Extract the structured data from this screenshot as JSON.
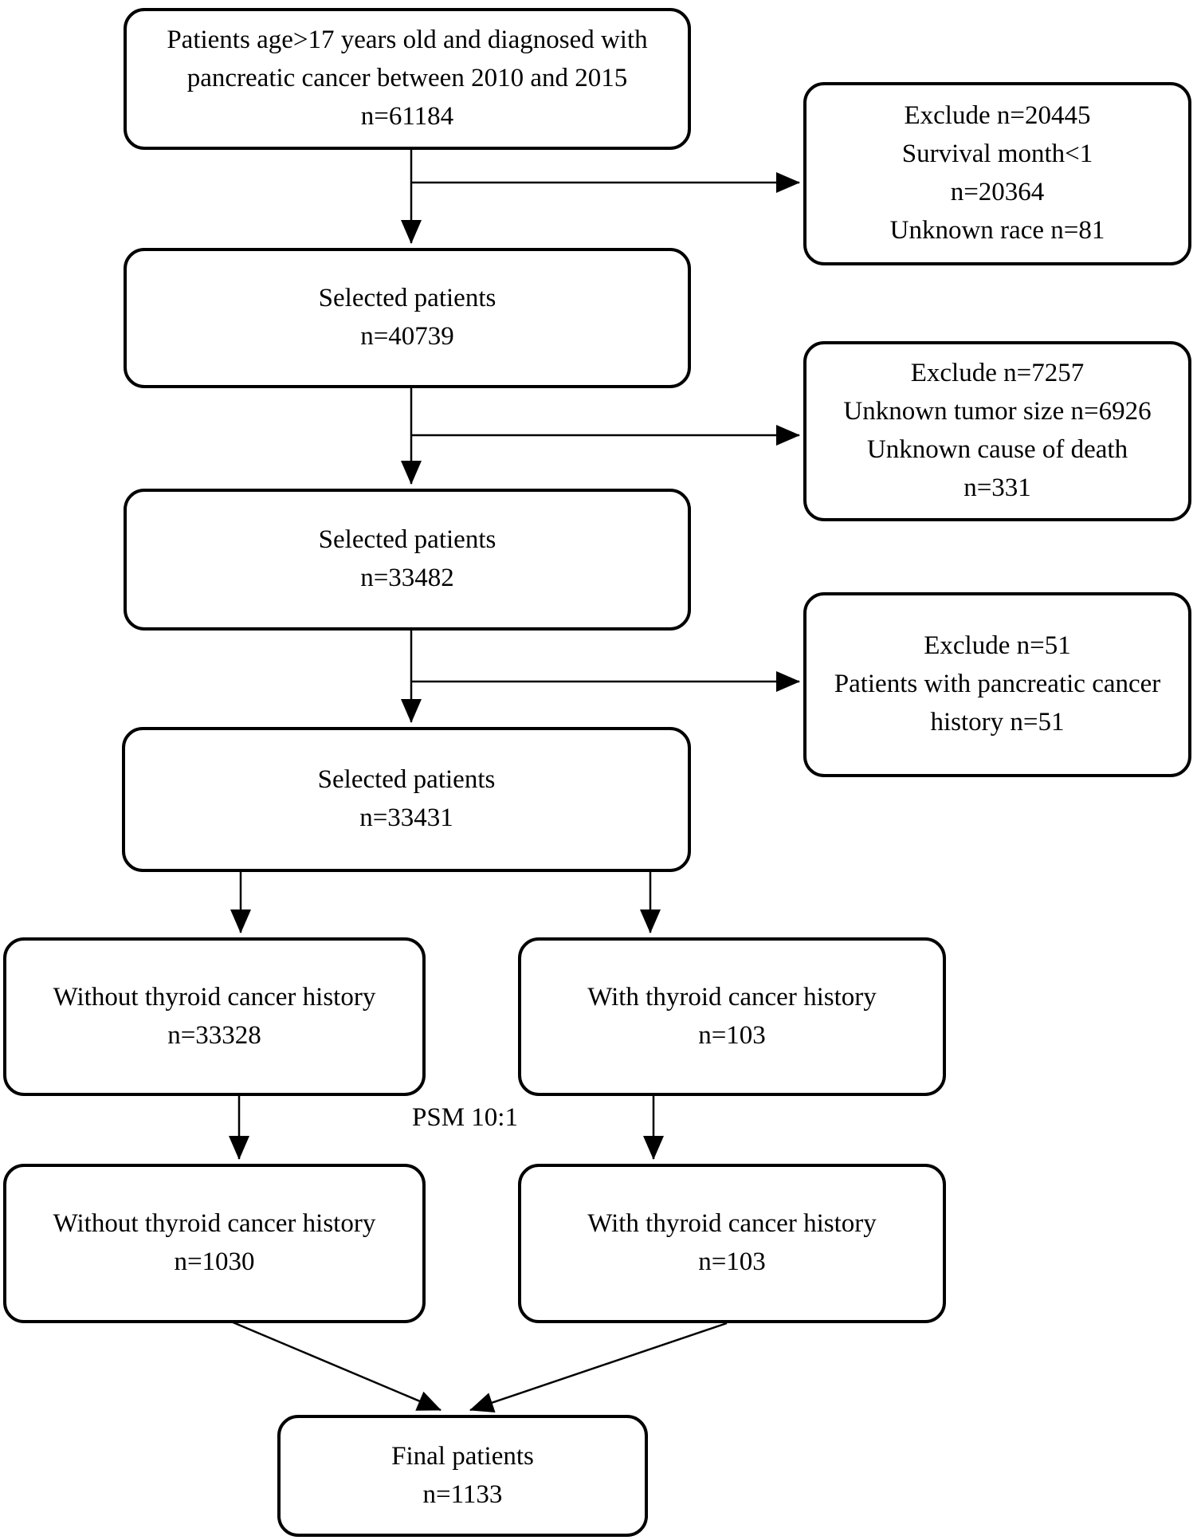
{
  "figure": {
    "background_color": "#ffffff",
    "stroke_color": "#000000",
    "text_color": "#000000"
  },
  "labels": {
    "psm": "PSM 10:1"
  },
  "nodes": {
    "initial": {
      "lines": [
        "Patients age>17 years old and diagnosed with",
        "pancreatic cancer between 2010 and 2015",
        "n=61184"
      ]
    },
    "exclude1": {
      "lines": [
        "Exclude n=20445",
        "Survival month<1",
        "n=20364",
        "Unknown race n=81"
      ]
    },
    "selected1": {
      "lines": [
        "Selected patients",
        "n=40739"
      ]
    },
    "exclude2": {
      "lines": [
        "Exclude n=7257",
        "Unknown tumor size n=6926",
        "Unknown cause of death",
        "n=331"
      ]
    },
    "selected2": {
      "lines": [
        "Selected patients",
        "n=33482"
      ]
    },
    "exclude3": {
      "lines": [
        "Exclude n=51",
        "Patients with pancreatic cancer",
        "history n=51"
      ]
    },
    "selected3": {
      "lines": [
        "Selected patients",
        "n=33431"
      ]
    },
    "without1": {
      "lines": [
        "Without thyroid cancer history",
        "n=33328"
      ]
    },
    "with1": {
      "lines": [
        "With thyroid cancer history",
        "n=103"
      ]
    },
    "without2": {
      "lines": [
        "Without thyroid cancer history",
        "n=1030"
      ]
    },
    "with2": {
      "lines": [
        "With thyroid cancer history",
        "n=103"
      ]
    },
    "final": {
      "lines": [
        "Final patients",
        "n=1133"
      ]
    }
  }
}
